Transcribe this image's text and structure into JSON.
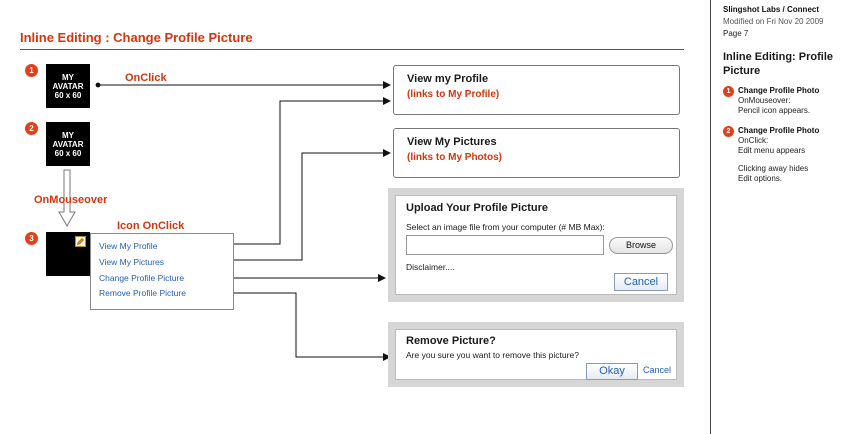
{
  "title": "Inline Editing : Change Profile Picture",
  "sidebar": {
    "company": "Slingshot Labs / Connect",
    "modified": "Modified on Fri Nov 20 2009",
    "page": "Page 7",
    "section_title": "Inline Editing: Profile Picture",
    "notes": [
      {
        "number": "1",
        "title": "Change Profile Photo",
        "lines": [
          "OnMouseover:",
          "Pencil icon appears."
        ]
      },
      {
        "number": "2",
        "title": "Change Profile Photo",
        "lines": [
          "OnClick:",
          "Edit menu appears",
          "",
          "Clicking away hides",
          "Edit options."
        ]
      }
    ]
  },
  "steps": [
    {
      "number": "1",
      "avatar_lines": [
        "MY",
        "AVATAR",
        "60 x 60"
      ]
    },
    {
      "number": "2",
      "avatar_lines": [
        "MY",
        "AVATAR",
        "60 x 60"
      ]
    },
    {
      "number": "3"
    }
  ],
  "labels": {
    "onclick": "OnClick",
    "onmouseover": "OnMouseover",
    "icon_onclick": "Icon OnClick"
  },
  "menu": {
    "items": [
      "View My Profile",
      "View My Pictures",
      "Change Profile Picture",
      "Remove Profile Picture"
    ]
  },
  "cards": {
    "profile": {
      "title": "View my Profile",
      "subtitle": "(links to My Profile)"
    },
    "pictures": {
      "title": "View My Pictures",
      "subtitle": "(links to My Photos)"
    }
  },
  "upload_dialog": {
    "title": "Upload Your Profile Picture",
    "instructions": "Select an image file from your computer (# MB Max):",
    "file_value": "",
    "browse_label": "Browse",
    "disclaimer": "Disclaimer....",
    "cancel_label": "Cancel"
  },
  "remove_dialog": {
    "title": "Remove Picture?",
    "message": "Are you sure you want to remove this picture?",
    "okay_label": "Okay",
    "cancel_label": "Cancel"
  },
  "colors": {
    "accent_red": "#d8350c",
    "badge_red": "#e2401b",
    "link_blue": "#1f5fbf"
  },
  "icons": {
    "edit": "pencil-icon",
    "arrow_down": "hollow-arrow-down-icon"
  }
}
